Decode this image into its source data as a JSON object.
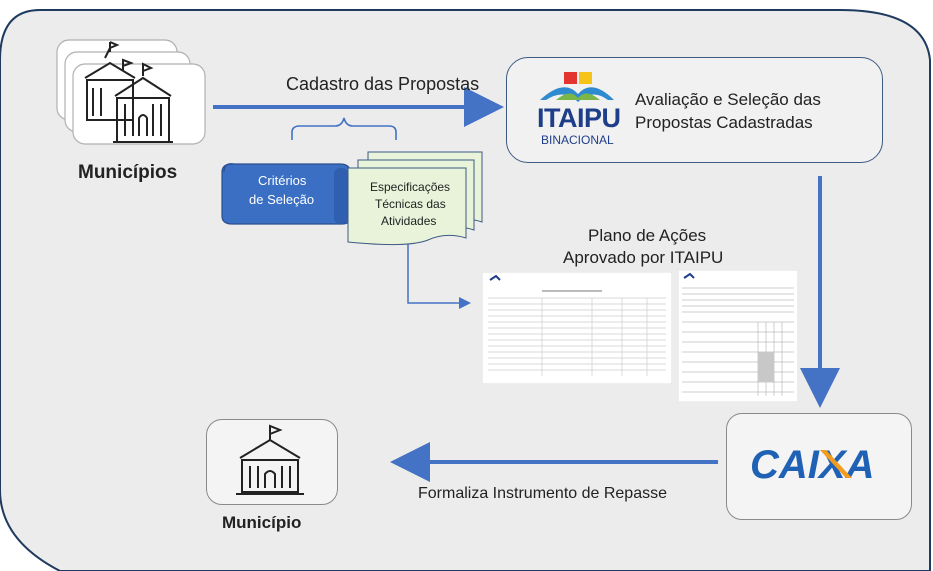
{
  "diagram": {
    "municipios_label": "Municípios",
    "cadastro_label": "Cadastro das Propostas",
    "itaipu_logo_text": "ITAIPU",
    "itaipu_logo_sub": "BINACIONAL",
    "avaliacao_line1": "Avaliação e Seleção das",
    "avaliacao_line2": "Propostas Cadastradas",
    "criterios_line1": "Critérios",
    "criterios_line2": "de Seleção",
    "especificacoes_line1": "Especificações",
    "especificacoes_line2": "Técnicas das",
    "especificacoes_line3": "Atividades",
    "plano_line1": "Plano de Ações",
    "plano_line2": "Aprovado por ITAIPU",
    "caixa_logo_text": "CAIXA",
    "formaliza_label": "Formaliza Instrumento de Repasse",
    "municipio_label": "Município"
  },
  "colors": {
    "arrow": "#4472c4",
    "scroll": "#3a6fc4",
    "doc_fill": "#e8f3da",
    "caixa_blue": "#1f62b5",
    "caixa_orange": "#f39c1e",
    "itaipu_blue": "#1e3e8a",
    "itaipu_green": "#7ab648",
    "itaipu_yellow": "#f6c418",
    "itaipu_red": "#e3342f"
  }
}
